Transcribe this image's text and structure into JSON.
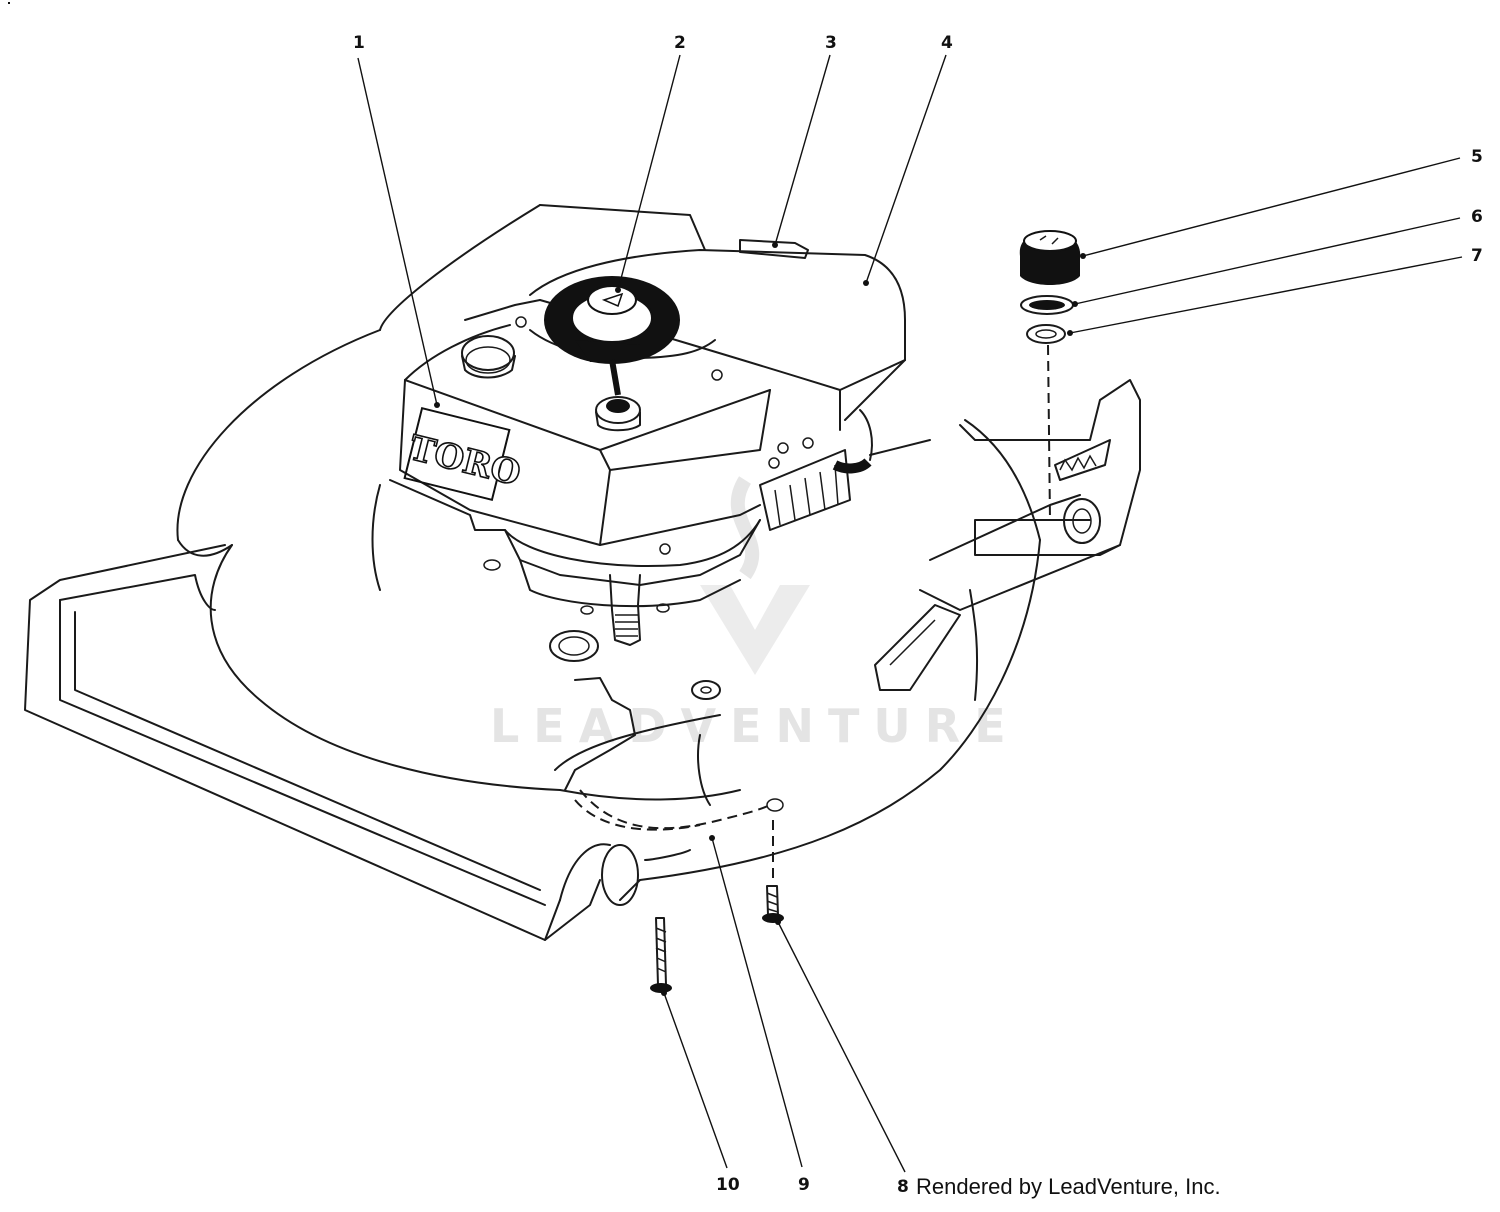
{
  "diagram": {
    "brand_label": "TORO",
    "watermark": "LEADVENTURE",
    "credit": "Rendered by LeadVenture, Inc.",
    "callouts": [
      "1",
      "2",
      "3",
      "4",
      "5",
      "6",
      "7",
      "8",
      "9",
      "10"
    ]
  }
}
